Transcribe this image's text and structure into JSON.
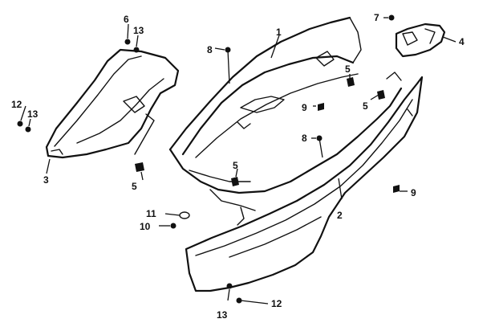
{
  "diagram": {
    "callouts": [
      {
        "key": "c1",
        "label": "1"
      },
      {
        "key": "c2",
        "label": "2"
      },
      {
        "key": "c3",
        "label": "3"
      },
      {
        "key": "c4",
        "label": "4"
      },
      {
        "key": "c5a",
        "label": "5"
      },
      {
        "key": "c5b",
        "label": "5"
      },
      {
        "key": "c5c",
        "label": "5"
      },
      {
        "key": "c5d",
        "label": "5"
      },
      {
        "key": "c6",
        "label": "6"
      },
      {
        "key": "c7",
        "label": "7"
      },
      {
        "key": "c8a",
        "label": "8"
      },
      {
        "key": "c8b",
        "label": "8"
      },
      {
        "key": "c9a",
        "label": "9"
      },
      {
        "key": "c9b",
        "label": "9"
      },
      {
        "key": "c10",
        "label": "10"
      },
      {
        "key": "c11",
        "label": "11"
      },
      {
        "key": "c12a",
        "label": "12"
      },
      {
        "key": "c12b",
        "label": "12"
      },
      {
        "key": "c13a",
        "label": "13"
      },
      {
        "key": "c13b",
        "label": "13"
      },
      {
        "key": "c13c",
        "label": "13"
      }
    ]
  }
}
